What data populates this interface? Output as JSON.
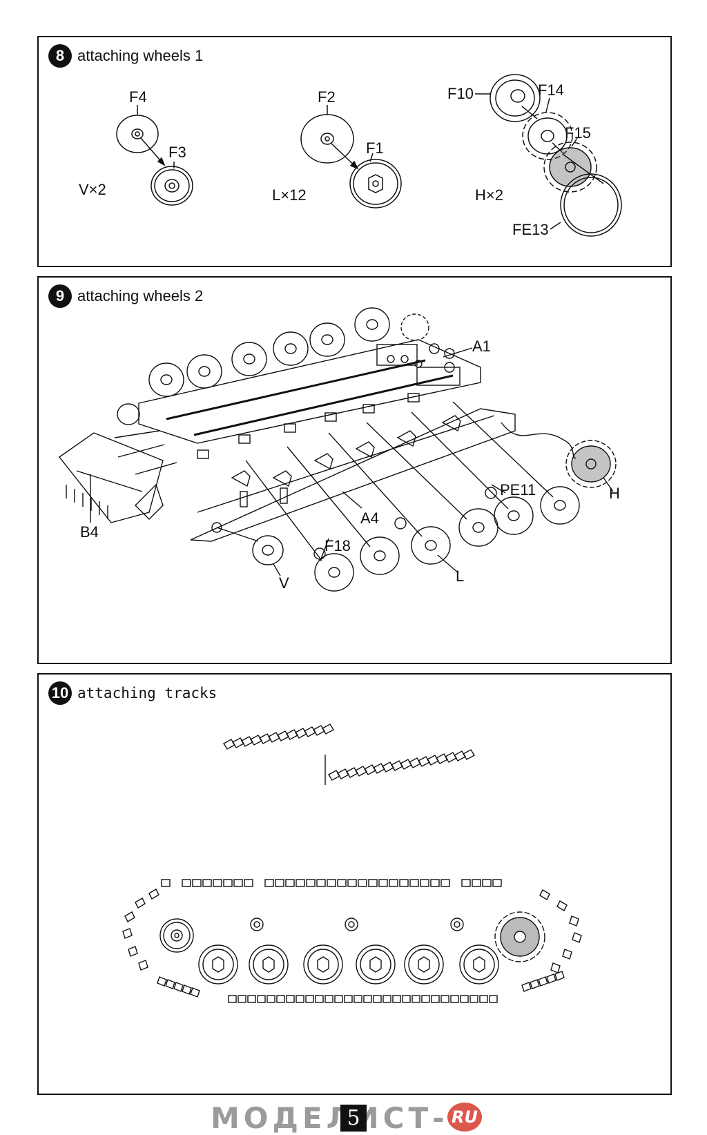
{
  "step8": {
    "number": "8",
    "title": "attaching wheels 1",
    "labels": {
      "f4": "F4",
      "f3": "F3",
      "f2": "F2",
      "f1": "F1",
      "f10": "F10",
      "f14": "F14",
      "f15": "F15",
      "fe13": "FE13",
      "qty_v": "V×2",
      "qty_l": "L×12",
      "qty_h": "H×2"
    }
  },
  "step9": {
    "number": "9",
    "title": "attaching wheels 2",
    "labels": {
      "a1": "A1",
      "pe11": "PE11",
      "h": "H",
      "a4": "A4",
      "b4": "B4",
      "f18": "F18",
      "v": "V",
      "l": "L"
    }
  },
  "step10": {
    "number": "10",
    "title": "attaching tracks"
  },
  "footer": {
    "page_number": "5",
    "watermark_text": "МОДЕЛИСТ-",
    "watermark_badge": "RU"
  }
}
